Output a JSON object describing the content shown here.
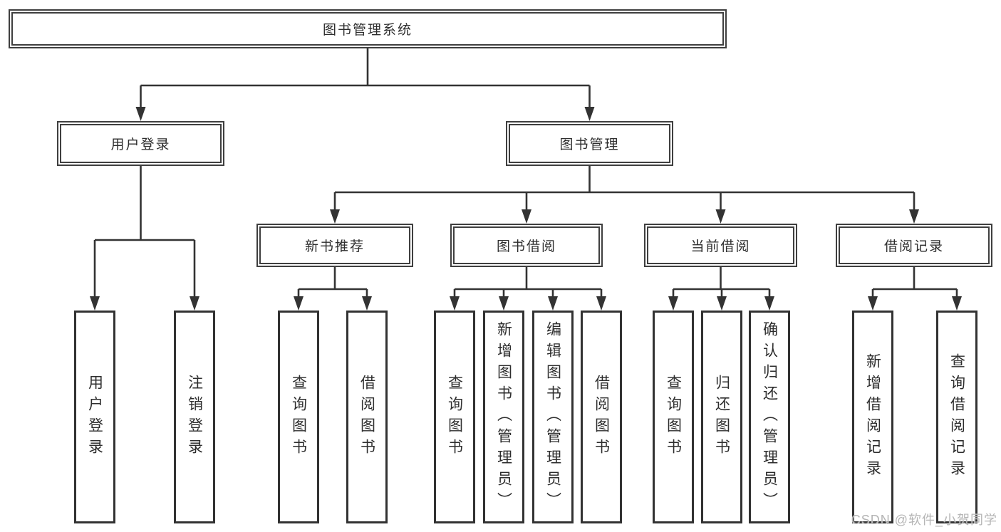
{
  "colors": {
    "background": "#ffffff",
    "line": "#333333",
    "box_border": "#3f3f3f",
    "text": "#2d2d2d",
    "watermark": "#b5b5b5"
  },
  "tree": {
    "label": "图书管理系统",
    "children": [
      {
        "label": "用户登录",
        "children": [
          {
            "label": "用户登录"
          },
          {
            "label": "注销登录"
          }
        ]
      },
      {
        "label": "图书管理",
        "children": [
          {
            "label": "新书推荐",
            "children": [
              {
                "label": "查询图书"
              },
              {
                "label": "借阅图书"
              }
            ]
          },
          {
            "label": "图书借阅",
            "children": [
              {
                "label": "查询图书"
              },
              {
                "label": "新增图书（管理员）"
              },
              {
                "label": "编辑图书（管理员）"
              },
              {
                "label": "借阅图书"
              }
            ]
          },
          {
            "label": "当前借阅",
            "children": [
              {
                "label": "查询图书"
              },
              {
                "label": "归还图书"
              },
              {
                "label": "确认归还（管理员）"
              }
            ]
          },
          {
            "label": "借阅记录",
            "children": [
              {
                "label": "新增借阅记录"
              },
              {
                "label": "查询借阅记录"
              }
            ]
          }
        ]
      }
    ]
  },
  "watermark": {
    "text": "CSDN @软件_小贺同学"
  }
}
